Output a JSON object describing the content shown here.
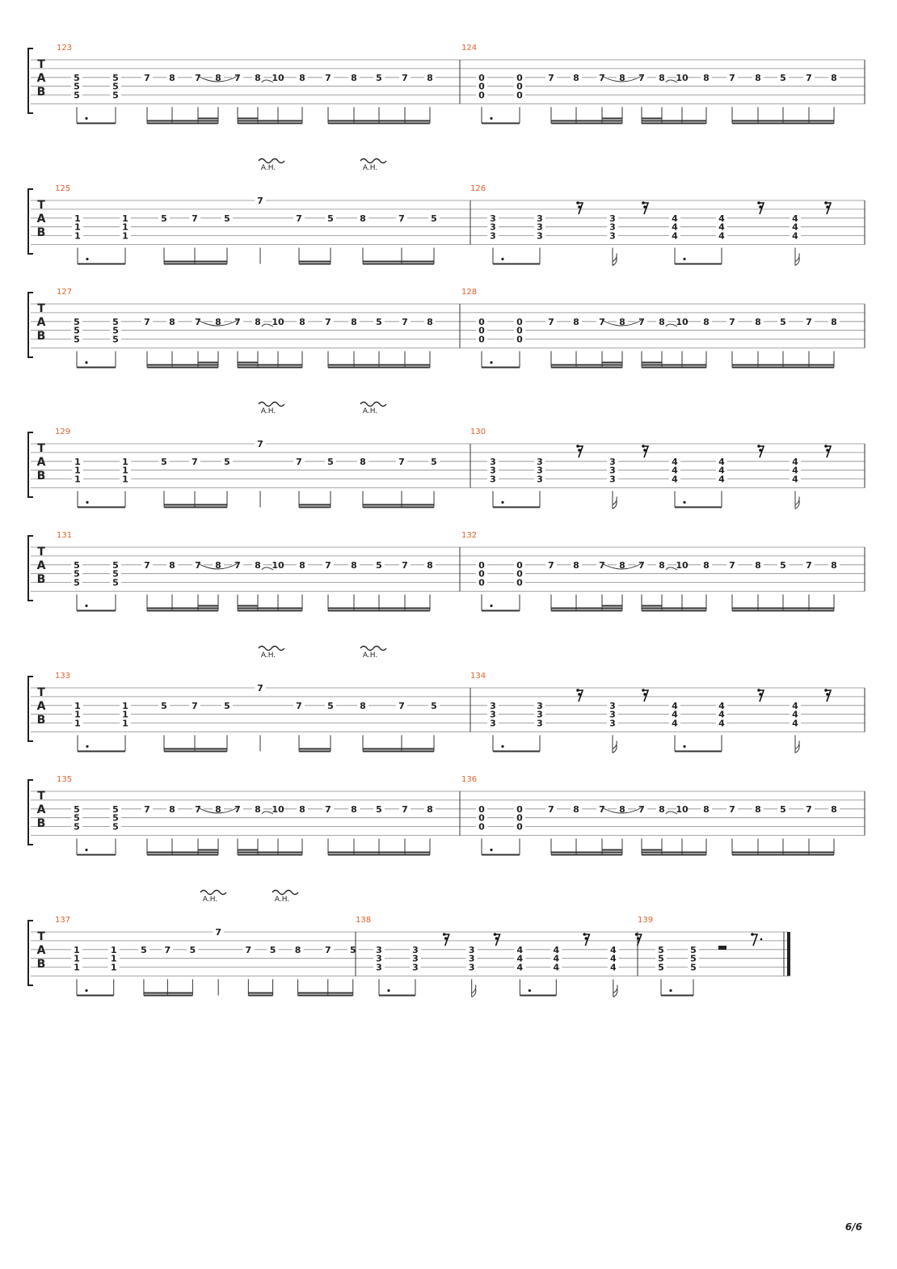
{
  "page": {
    "number": "6/6"
  },
  "tab_label": [
    "T",
    "A",
    "B"
  ],
  "harmonic_label": "A.H.",
  "rows": [
    {
      "measures": [
        {
          "number": "123",
          "notes": [
            [
              "5",
              "5",
              "5"
            ],
            [
              "5",
              "5",
              "5"
            ],
            [
              "7"
            ],
            [
              "8"
            ],
            [
              "7"
            ],
            [
              "8"
            ],
            [
              "7"
            ],
            [
              "8"
            ],
            [
              "10"
            ],
            [
              "8"
            ],
            [
              "7"
            ],
            [
              "8"
            ],
            [
              "5"
            ],
            [
              "7"
            ],
            [
              "8"
            ]
          ]
        },
        {
          "number": "124",
          "notes": [
            [
              "0",
              "0",
              "0"
            ],
            [
              "0",
              "0",
              "0"
            ],
            [
              "7"
            ],
            [
              "8"
            ],
            [
              "7"
            ],
            [
              "8"
            ],
            [
              "7"
            ],
            [
              "8"
            ],
            [
              "10"
            ],
            [
              "8"
            ],
            [
              "7"
            ],
            [
              "8"
            ],
            [
              "5"
            ],
            [
              "7"
            ],
            [
              "8"
            ]
          ]
        }
      ]
    },
    {
      "measures": [
        {
          "number": "125",
          "notes": [
            [
              "1",
              "1",
              "1"
            ],
            [
              "1",
              "1",
              "1"
            ],
            [
              "5"
            ],
            [
              "7"
            ],
            [
              "5"
            ],
            [
              "7"
            ],
            [
              "7"
            ],
            [
              "5"
            ],
            [
              "8"
            ],
            [
              "7"
            ],
            [
              "5"
            ]
          ]
        },
        {
          "number": "126",
          "notes": [
            [
              "3",
              "3",
              "3"
            ],
            [
              "3",
              "3",
              "3"
            ],
            [
              "3",
              "3",
              "3"
            ],
            [
              "4",
              "4",
              "4"
            ],
            [
              "4",
              "4",
              "4"
            ],
            [
              "4",
              "4",
              "4"
            ]
          ]
        }
      ]
    },
    {
      "measures": [
        {
          "number": "127",
          "notes": [
            [
              "5",
              "5",
              "5"
            ],
            [
              "5",
              "5",
              "5"
            ],
            [
              "7"
            ],
            [
              "8"
            ],
            [
              "7"
            ],
            [
              "8"
            ],
            [
              "7"
            ],
            [
              "8"
            ],
            [
              "10"
            ],
            [
              "8"
            ],
            [
              "7"
            ],
            [
              "8"
            ],
            [
              "5"
            ],
            [
              "7"
            ],
            [
              "8"
            ]
          ]
        },
        {
          "number": "128",
          "notes": [
            [
              "0",
              "0",
              "0"
            ],
            [
              "0",
              "0",
              "0"
            ],
            [
              "7"
            ],
            [
              "8"
            ],
            [
              "7"
            ],
            [
              "8"
            ],
            [
              "7"
            ],
            [
              "8"
            ],
            [
              "10"
            ],
            [
              "8"
            ],
            [
              "7"
            ],
            [
              "8"
            ],
            [
              "5"
            ],
            [
              "7"
            ],
            [
              "8"
            ]
          ]
        }
      ]
    },
    {
      "measures": [
        {
          "number": "129",
          "notes": [
            [
              "1",
              "1",
              "1"
            ],
            [
              "1",
              "1",
              "1"
            ],
            [
              "5"
            ],
            [
              "7"
            ],
            [
              "5"
            ],
            [
              "7"
            ],
            [
              "7"
            ],
            [
              "5"
            ],
            [
              "8"
            ],
            [
              "7"
            ],
            [
              "5"
            ]
          ]
        },
        {
          "number": "130",
          "notes": [
            [
              "3",
              "3",
              "3"
            ],
            [
              "3",
              "3",
              "3"
            ],
            [
              "3",
              "3",
              "3"
            ],
            [
              "4",
              "4",
              "4"
            ],
            [
              "4",
              "4",
              "4"
            ],
            [
              "4",
              "4",
              "4"
            ]
          ]
        }
      ]
    },
    {
      "measures": [
        {
          "number": "131",
          "notes": [
            [
              "5",
              "5",
              "5"
            ],
            [
              "5",
              "5",
              "5"
            ],
            [
              "7"
            ],
            [
              "8"
            ],
            [
              "7"
            ],
            [
              "8"
            ],
            [
              "7"
            ],
            [
              "8"
            ],
            [
              "10"
            ],
            [
              "8"
            ],
            [
              "7"
            ],
            [
              "8"
            ],
            [
              "5"
            ],
            [
              "7"
            ],
            [
              "8"
            ]
          ]
        },
        {
          "number": "132",
          "notes": [
            [
              "0",
              "0",
              "0"
            ],
            [
              "0",
              "0",
              "0"
            ],
            [
              "7"
            ],
            [
              "8"
            ],
            [
              "7"
            ],
            [
              "8"
            ],
            [
              "7"
            ],
            [
              "8"
            ],
            [
              "10"
            ],
            [
              "8"
            ],
            [
              "7"
            ],
            [
              "8"
            ],
            [
              "5"
            ],
            [
              "7"
            ],
            [
              "8"
            ]
          ]
        }
      ]
    },
    {
      "measures": [
        {
          "number": "133",
          "notes": [
            [
              "1",
              "1",
              "1"
            ],
            [
              "1",
              "1",
              "1"
            ],
            [
              "5"
            ],
            [
              "7"
            ],
            [
              "5"
            ],
            [
              "7"
            ],
            [
              "7"
            ],
            [
              "5"
            ],
            [
              "8"
            ],
            [
              "7"
            ],
            [
              "5"
            ]
          ]
        },
        {
          "number": "134",
          "notes": [
            [
              "3",
              "3",
              "3"
            ],
            [
              "3",
              "3",
              "3"
            ],
            [
              "3",
              "3",
              "3"
            ],
            [
              "4",
              "4",
              "4"
            ],
            [
              "4",
              "4",
              "4"
            ],
            [
              "4",
              "4",
              "4"
            ]
          ]
        }
      ]
    },
    {
      "measures": [
        {
          "number": "135",
          "notes": [
            [
              "5",
              "5",
              "5"
            ],
            [
              "5",
              "5",
              "5"
            ],
            [
              "7"
            ],
            [
              "8"
            ],
            [
              "7"
            ],
            [
              "8"
            ],
            [
              "7"
            ],
            [
              "8"
            ],
            [
              "10"
            ],
            [
              "8"
            ],
            [
              "7"
            ],
            [
              "8"
            ],
            [
              "5"
            ],
            [
              "7"
            ],
            [
              "8"
            ]
          ]
        },
        {
          "number": "136",
          "notes": [
            [
              "0",
              "0",
              "0"
            ],
            [
              "0",
              "0",
              "0"
            ],
            [
              "7"
            ],
            [
              "8"
            ],
            [
              "7"
            ],
            [
              "8"
            ],
            [
              "7"
            ],
            [
              "8"
            ],
            [
              "10"
            ],
            [
              "8"
            ],
            [
              "7"
            ],
            [
              "8"
            ],
            [
              "5"
            ],
            [
              "7"
            ],
            [
              "8"
            ]
          ]
        }
      ]
    },
    {
      "measures": [
        {
          "number": "137",
          "notes": [
            [
              "1",
              "1",
              "1"
            ],
            [
              "1",
              "1",
              "1"
            ],
            [
              "5"
            ],
            [
              "7"
            ],
            [
              "5"
            ],
            [
              "7"
            ],
            [
              "7"
            ],
            [
              "5"
            ],
            [
              "8"
            ],
            [
              "7"
            ],
            [
              "5"
            ]
          ]
        },
        {
          "number": "138",
          "notes": [
            [
              "3",
              "3",
              "3"
            ],
            [
              "3",
              "3",
              "3"
            ],
            [
              "3",
              "3",
              "3"
            ],
            [
              "4",
              "4",
              "4"
            ],
            [
              "4",
              "4",
              "4"
            ],
            [
              "4",
              "4",
              "4"
            ]
          ]
        },
        {
          "number": "139",
          "notes": [
            [
              "5",
              "5",
              "5"
            ],
            [
              "5",
              "5",
              "5"
            ]
          ]
        }
      ]
    }
  ]
}
